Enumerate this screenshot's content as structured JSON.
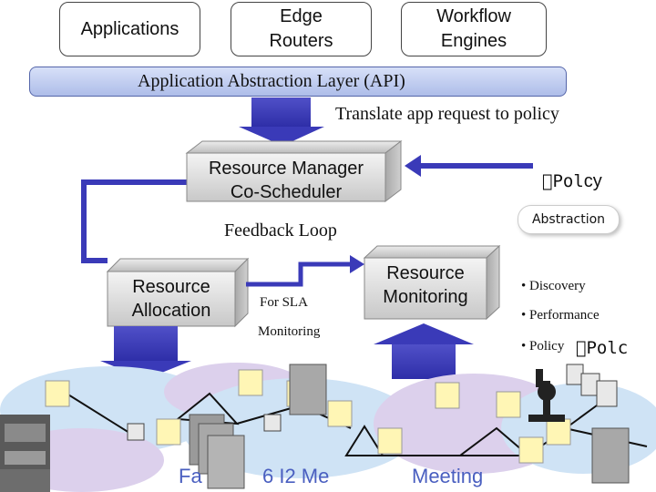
{
  "top_boxes": {
    "applications": "Applications",
    "edge_routers_line1": "Edge",
    "edge_routers_line2": "Routers",
    "workflow_line1": "Workflow",
    "workflow_line2": "Engines"
  },
  "api_layer": "Application Abstraction Layer (API)",
  "translate_note": "Translate app request to policy",
  "resource_manager_line1": "Resource Manager",
  "resource_manager_line2": "Co-Scheduler",
  "policy_label": "\u0000Pol",
  "policy_suffix": "cy",
  "abstraction_label": "Abstraction",
  "feedback_loop": "Feedback Loop",
  "resource_allocation_line1": "Resource",
  "resource_allocation_line2": "Allocation",
  "for_sla": "For SLA",
  "monitoring_text": "Monitoring",
  "resource_monitoring_line1": "Resource",
  "resource_monitoring_line2": "Monitoring",
  "bullets": {
    "discovery": "• Discovery",
    "performance": "• Performance",
    "policy": "• Policy"
  },
  "policy_small": "\u0000Pol",
  "policy_small_suffix": "c",
  "footer_frag_1": "Fa",
  "footer_frag_2": "6 I2 Me",
  "footer_frag_3": "Meeting",
  "colors": {
    "arrow_blue": "#3a3ab8",
    "api_bar_top": "#d7e0f8",
    "api_bar_bottom": "#aebde9",
    "cloud_blue": "#cfe3f5",
    "cloud_purple": "#dcd0ec",
    "node_yellow": "#fff6b5",
    "server_gray": "#9a9a9a"
  }
}
